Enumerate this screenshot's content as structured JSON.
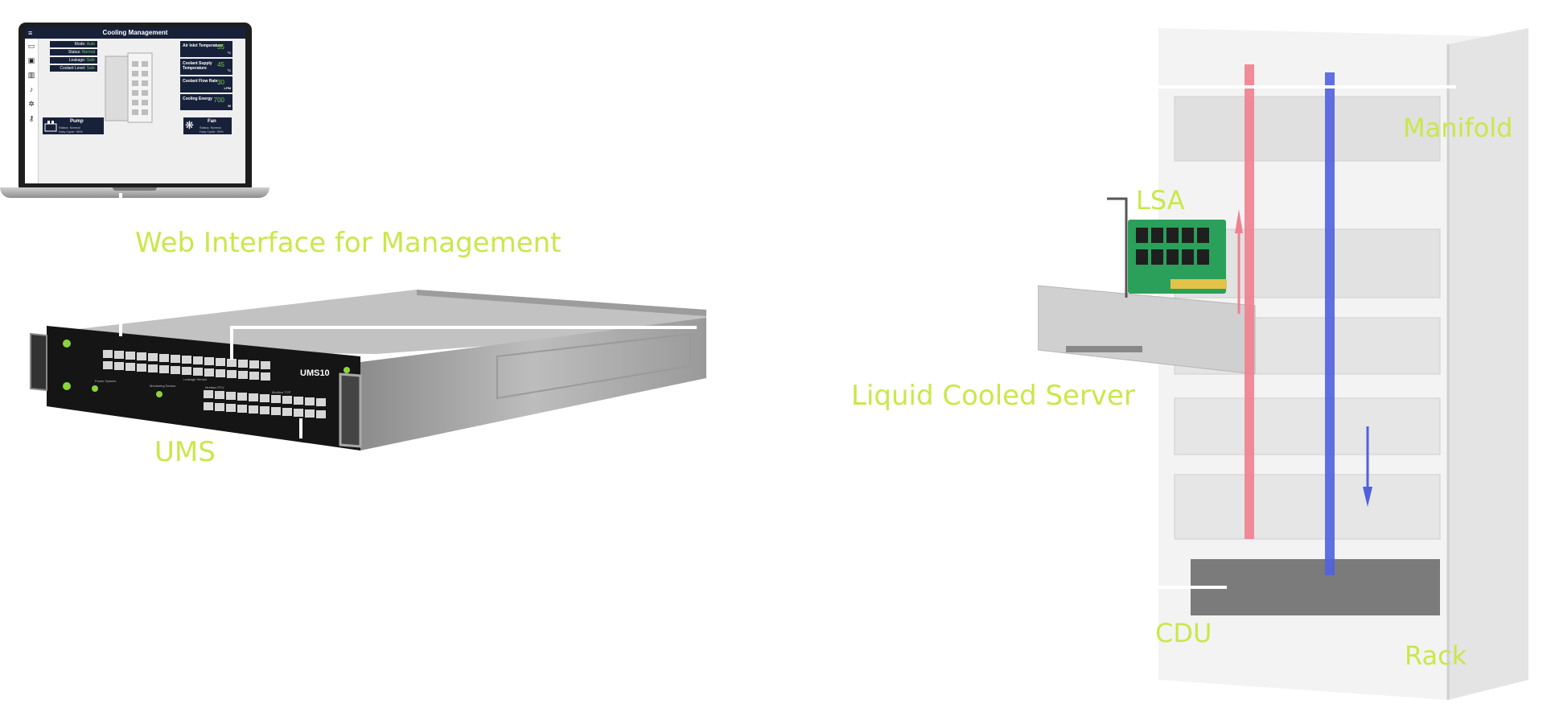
{
  "labels": {
    "web": "Web Interface for Management",
    "ums": "UMS",
    "manifold": "Manifold",
    "lsa": "LSA",
    "server": "Liquid Cooled Server",
    "cdu": "CDU",
    "rack": "Rack"
  },
  "colors": {
    "label": "#c8e84a",
    "hot_pipe": "#f08090",
    "cold_pipe": "#5060e0",
    "dashboard_panel": "#17213a",
    "dashboard_value": "#7ec850"
  },
  "dashboard": {
    "title": "Cooling Management",
    "menu_icon": "hamburger-icon",
    "nav_icons": [
      "window-icon",
      "chip-icon",
      "chart-icon",
      "bell-icon",
      "gear-icon",
      "key-icon"
    ],
    "status": [
      {
        "key": "Mode:",
        "value": "Auto"
      },
      {
        "key": "Status:",
        "value": "Normal"
      },
      {
        "key": "Leakage:",
        "value": "Safe"
      },
      {
        "key": "Coolant Level:",
        "value": "Safe"
      }
    ],
    "metrics": [
      {
        "label": "Air Inlet Temperature",
        "value": "35",
        "unit": "°C"
      },
      {
        "label": "Coolant Supply Temperature",
        "value": "45",
        "unit": "°C"
      },
      {
        "label": "Coolant Flow Rate",
        "value": "30",
        "unit": "LPM"
      },
      {
        "label": "Cooling Energy",
        "value": "700",
        "unit": "W"
      }
    ],
    "pump": {
      "title": "Pump",
      "status": "Status: Normal",
      "duty": "Duty Cycle: 30%"
    },
    "fan": {
      "title": "Fan",
      "status": "Status: Normal",
      "duty": "Duty Cycle: 30%"
    }
  },
  "device": {
    "model": "UMS10",
    "port_labels": [
      "Power Options",
      "Monitoring Sensor",
      "Modbus RTU",
      "Modbus TCP",
      "Leakage Sensor"
    ]
  }
}
